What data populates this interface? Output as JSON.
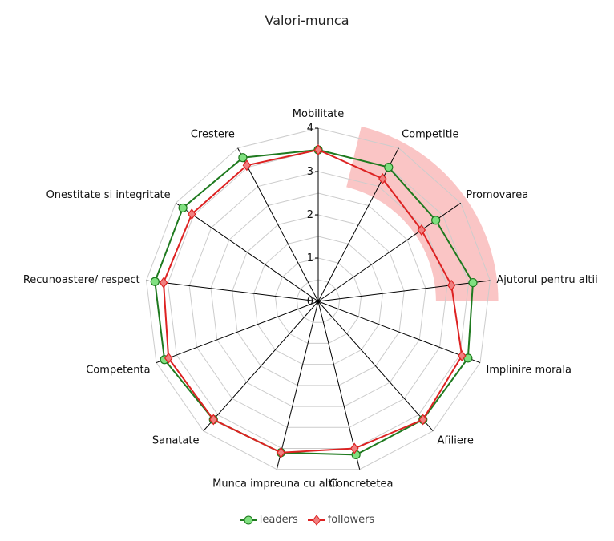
{
  "chart_data": {
    "type": "radar",
    "title": "Valori-munca",
    "categories": [
      "Mobilitate",
      "Competitie",
      "Promovarea",
      "Ajutorul pentru altii",
      "Implinire morala",
      "Afiliere",
      "Concretetea",
      "Munca impreuna cu altii",
      "Sanatate",
      "Competenta",
      "Recunoastere/ respect",
      "Onestitate si integritate",
      "Crestere"
    ],
    "rlim": [
      0,
      4
    ],
    "rticks": [
      "0",
      "1",
      "2",
      "3",
      "4"
    ],
    "grid": true,
    "highlighted_categories": [
      "Competitie",
      "Promovarea",
      "Ajutorul pentru altii"
    ],
    "highlight_color": "#f7a6a6",
    "series": [
      {
        "name": "leaders",
        "color": "#1f7a1f",
        "marker_color": "#80e080",
        "marker": "circle",
        "values": [
          3.5,
          3.5,
          3.3,
          3.6,
          3.7,
          3.65,
          3.65,
          3.6,
          3.65,
          3.8,
          3.8,
          3.8,
          3.75
        ]
      },
      {
        "name": "followers",
        "color": "#dd2222",
        "marker_color": "#f08080",
        "marker": "diamond",
        "values": [
          3.5,
          3.2,
          2.9,
          3.1,
          3.55,
          3.65,
          3.5,
          3.6,
          3.65,
          3.7,
          3.6,
          3.55,
          3.55
        ]
      }
    ],
    "legend_position": "bottom"
  }
}
